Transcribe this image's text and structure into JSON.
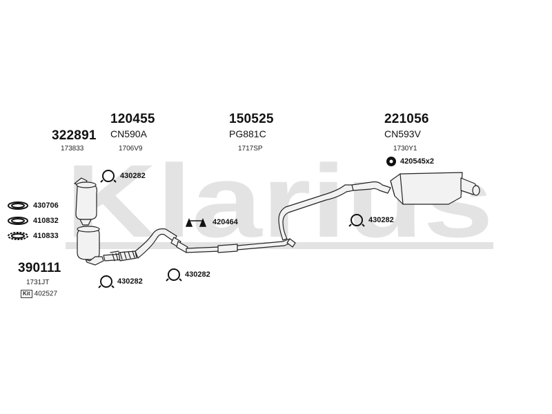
{
  "watermark": "Klarius",
  "groups": [
    {
      "id": "cat",
      "number": "322891",
      "oem": "",
      "ref": "173833"
    },
    {
      "id": "front",
      "number": "120455",
      "oem": "CN590A",
      "ref": "1706V9"
    },
    {
      "id": "mid",
      "number": "150525",
      "oem": "PG881C",
      "ref": "1717SP"
    },
    {
      "id": "rear",
      "number": "221056",
      "oem": "CN593V",
      "ref": "1730Y1"
    },
    {
      "id": "dpf",
      "number": "390111",
      "oem": "",
      "ref": "1731JT"
    }
  ],
  "kit": {
    "badge": "Kit",
    "number": "402527"
  },
  "accessories": {
    "clamp_top_front": "430282",
    "gasket_1": "430706",
    "gasket_2": "410832",
    "gasket_3": "410833",
    "mount_mid": "420464",
    "clamp_mid_rear": "430282",
    "mount_rear": "420545x2",
    "clamp_bottom_1": "430282",
    "clamp_bottom_2": "430282"
  },
  "colors": {
    "watermark": "#e3e3e3",
    "part_fill": "#f2f2f2",
    "part_stroke": "#222222"
  }
}
